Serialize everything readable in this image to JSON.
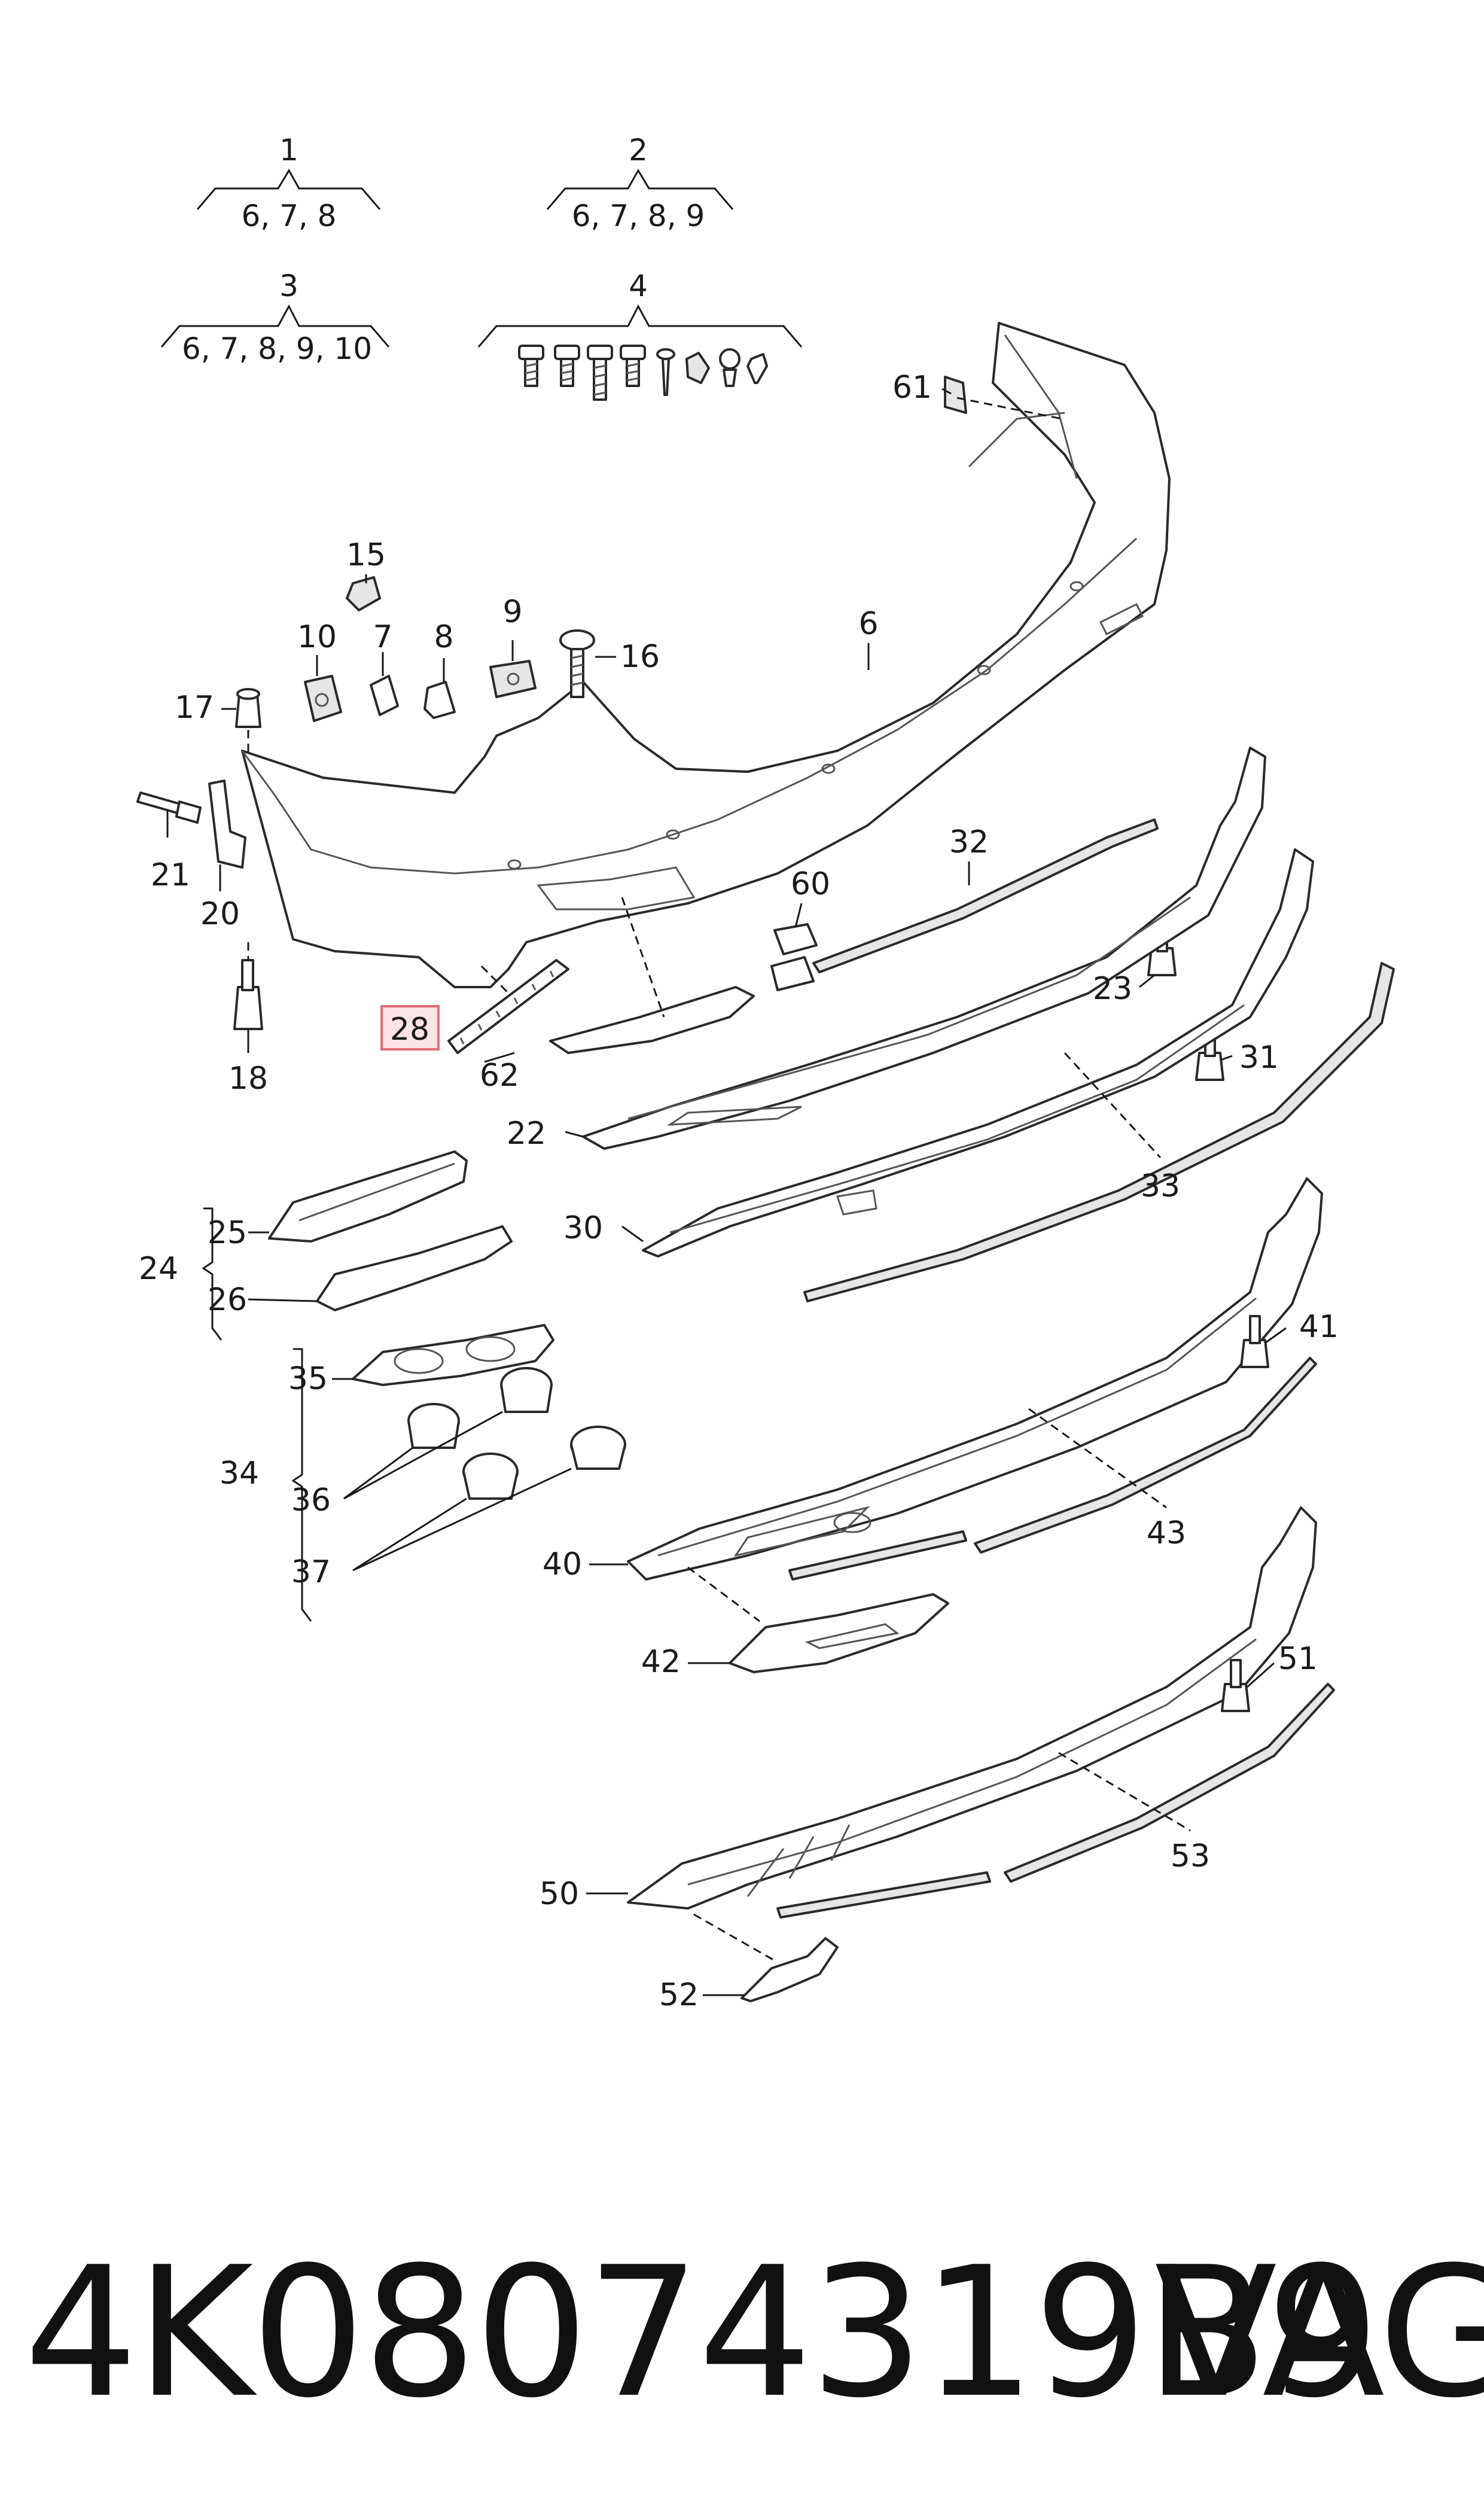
{
  "diagram": {
    "group_labels": [
      {
        "id": "g1",
        "number": "1",
        "members": "6, 7, 8"
      },
      {
        "id": "g2",
        "number": "2",
        "members": "6, 7, 8, 9"
      },
      {
        "id": "g3",
        "number": "3",
        "members": "6, 7, 8, 9, 10"
      },
      {
        "id": "g4",
        "number": "4",
        "members": ""
      }
    ],
    "callouts": [
      "61",
      "6",
      "15",
      "10",
      "7",
      "8",
      "9",
      "16",
      "17",
      "21",
      "20",
      "18",
      "28",
      "62",
      "32",
      "60",
      "23",
      "22",
      "31",
      "33",
      "30",
      "25",
      "24",
      "26",
      "35",
      "34",
      "36",
      "37",
      "41",
      "43",
      "40",
      "42",
      "51",
      "53",
      "50",
      "52"
    ],
    "highlighted_callout": "28",
    "colors": {
      "highlight_fill": "#fbe3e6",
      "highlight_stroke": "#e26a78",
      "line": "#1a1a1a"
    }
  },
  "footer": {
    "part_number": "4K08074319B9",
    "brand": "VAG"
  }
}
